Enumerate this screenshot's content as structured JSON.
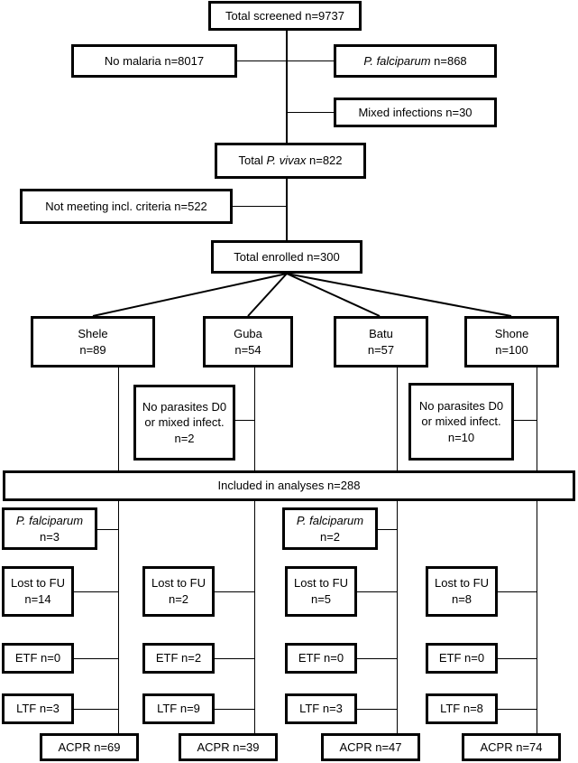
{
  "figure": {
    "type": "flowchart",
    "title": "Study profile / CONSORT participant flow diagram"
  },
  "nodes": {
    "total_screened": {
      "line1": "Total screened n=9737"
    },
    "no_malaria": {
      "line1": "No malaria n=8017"
    },
    "p_falciparum_868": {
      "italic": "P. falciparum",
      "rest": " n=868"
    },
    "mixed_infections": {
      "line1": "Mixed infections n=30"
    },
    "total_vivax": {
      "pre": "Total ",
      "italic": "P. vivax",
      "rest": " n=822"
    },
    "not_meeting": {
      "line1": "Not meeting incl. criteria n=522"
    },
    "total_enrolled": {
      "line1": "Total enrolled n=300"
    },
    "site_shele": {
      "line1": "Shele",
      "line2": "n=89"
    },
    "site_guba": {
      "line1": "Guba",
      "line2": "n=54"
    },
    "site_batu": {
      "line1": "Batu",
      "line2": "n=57"
    },
    "site_shone": {
      "line1": "Shone",
      "line2": "n=100"
    },
    "no_parasites_left": {
      "line1": "No parasites D0",
      "line2": "or mixed infect.",
      "line3": "n=2"
    },
    "no_parasites_right": {
      "line1": "No parasites D0",
      "line2": "or mixed infect.",
      "line3": "n=10"
    },
    "included": {
      "line1": "Included in analyses n=288"
    },
    "pf_shele": {
      "italic": "P. falciparum",
      "line2": "n=3"
    },
    "pf_batu": {
      "italic": "P. falciparum",
      "line2": "n=2"
    },
    "ltfu_shele": {
      "line1": "Lost to FU",
      "line2": "n=14"
    },
    "ltfu_guba": {
      "line1": "Lost to FU",
      "line2": "n=2"
    },
    "ltfu_batu": {
      "line1": "Lost to FU",
      "line2": "n=5"
    },
    "ltfu_shone": {
      "line1": "Lost to FU",
      "line2": "n=8"
    },
    "etf_shele": {
      "line1": "ETF n=0"
    },
    "etf_guba": {
      "line1": "ETF n=2"
    },
    "etf_batu": {
      "line1": "ETF n=0"
    },
    "etf_shone": {
      "line1": "ETF n=0"
    },
    "ltf_shele": {
      "line1": "LTF n=3"
    },
    "ltf_guba": {
      "line1": "LTF n=9"
    },
    "ltf_batu": {
      "line1": "LTF n=3"
    },
    "ltf_shone": {
      "line1": "LTF n=8"
    },
    "acpr_shele": {
      "line1": "ACPR n=69"
    },
    "acpr_guba": {
      "line1": "ACPR n=39"
    },
    "acpr_batu": {
      "line1": "ACPR n=47"
    },
    "acpr_shone": {
      "line1": "ACPR n=74"
    }
  },
  "chart_data": {
    "type": "flowchart",
    "title": "Study profile",
    "stages": [
      {
        "label": "Total screened",
        "n": 9737
      },
      {
        "label": "No malaria",
        "n": 8017
      },
      {
        "label": "P. falciparum",
        "n": 868
      },
      {
        "label": "Mixed infections",
        "n": 30
      },
      {
        "label": "Total P. vivax",
        "n": 822
      },
      {
        "label": "Not meeting incl. criteria",
        "n": 522
      },
      {
        "label": "Total enrolled",
        "n": 300
      },
      {
        "label": "Included in analyses",
        "n": 288
      }
    ],
    "sites": [
      {
        "name": "Shele",
        "enrolled": 89,
        "no_parasites_or_mixed": 2,
        "p_falciparum": 3,
        "lost_to_fu": 14,
        "etf": 0,
        "ltf": 3,
        "acpr": 69
      },
      {
        "name": "Guba",
        "enrolled": 54,
        "no_parasites_or_mixed": 2,
        "p_falciparum": 0,
        "lost_to_fu": 2,
        "etf": 2,
        "ltf": 9,
        "acpr": 39
      },
      {
        "name": "Batu",
        "enrolled": 57,
        "no_parasites_or_mixed": 10,
        "p_falciparum": 2,
        "lost_to_fu": 5,
        "etf": 0,
        "ltf": 3,
        "acpr": 47
      },
      {
        "name": "Shone",
        "enrolled": 100,
        "no_parasites_or_mixed": 10,
        "p_falciparum": 0,
        "lost_to_fu": 8,
        "etf": 0,
        "ltf": 8,
        "acpr": 74
      }
    ],
    "colors": {
      "box_border": "#000000",
      "box_fill": "#ffffff",
      "text": "#000000",
      "connector": "#000000"
    }
  }
}
